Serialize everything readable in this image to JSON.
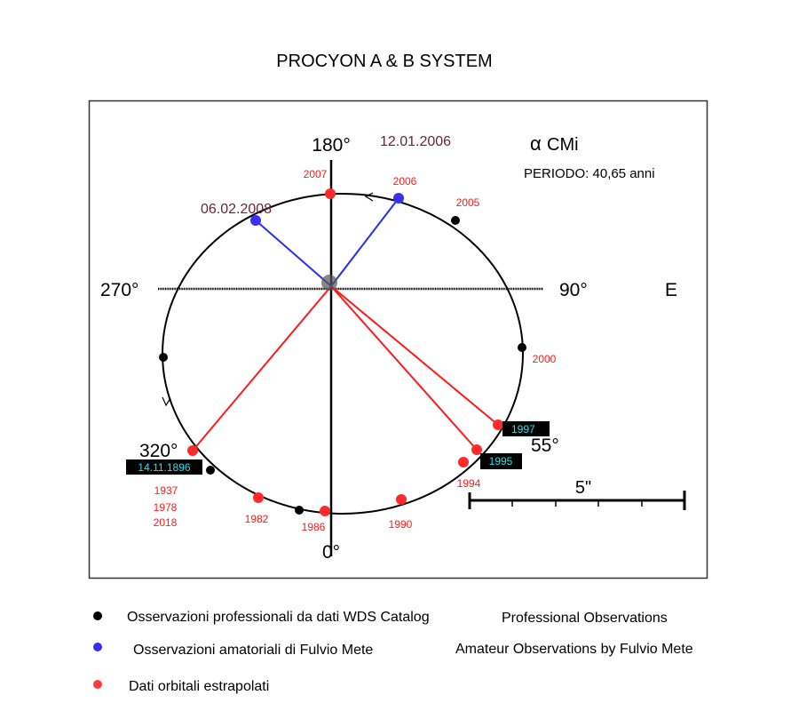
{
  "title": "PROCYON A & B SYSTEM",
  "star": {
    "symbol": "α",
    "name": "CMi",
    "period": "PERIODO: 40,65 anni"
  },
  "axes": {
    "top": "180°",
    "bottom": "0°",
    "left": "270°",
    "right": "90°",
    "east": "E"
  },
  "angles": {
    "a320": "320°",
    "a55": "55°"
  },
  "dates": {
    "d2006": "12.01.2006",
    "d2008": "06.02.2008",
    "d1896": "14.11.1896"
  },
  "years": {
    "y2007": "2007",
    "y2006": "2006",
    "y2005": "2005",
    "y2000": "2000",
    "y1997": "1997",
    "y1995": "1995",
    "y1994": "1994",
    "y1990": "1990",
    "y1986": "1986",
    "y1982": "1982",
    "y1937": "1937",
    "y1978": "1978",
    "y2018": "2018"
  },
  "scale": {
    "label": "5\""
  },
  "colors": {
    "professional": "#000000",
    "amateur": "#3a2ef0",
    "extrapolated": "#ff2a2a"
  },
  "legend": [
    {
      "it": "Osservazioni professionali da dati WDS Catalog",
      "en": "Professional Observations"
    },
    {
      "it": "Osservazioni amatoriali di Fulvio Mete",
      "en": "Amateur Observations by Fulvio Mete"
    },
    {
      "it": "Dati orbitali estrapolati",
      "en": ""
    }
  ]
}
